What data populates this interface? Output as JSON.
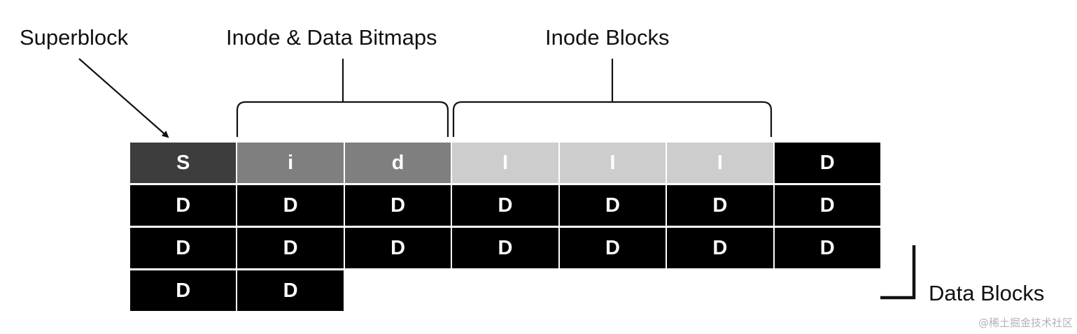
{
  "labels": {
    "superblock": "Superblock",
    "bitmaps": "Inode & Data Bitmaps",
    "inode_blocks": "Inode Blocks",
    "data_blocks": "Data Blocks"
  },
  "watermark": "@稀土掘金技术社区",
  "colors": {
    "superblock": "#3d3d3d",
    "bitmap": "#7f7f7f",
    "inode": "#cdcdcd",
    "data": "#000000"
  },
  "blocks": [
    {
      "label": "S",
      "type": "superblock"
    },
    {
      "label": "i",
      "type": "bitmap"
    },
    {
      "label": "d",
      "type": "bitmap"
    },
    {
      "label": "I",
      "type": "inode"
    },
    {
      "label": "I",
      "type": "inode"
    },
    {
      "label": "I",
      "type": "inode"
    },
    {
      "label": "D",
      "type": "data"
    },
    {
      "label": "D",
      "type": "data"
    },
    {
      "label": "D",
      "type": "data"
    },
    {
      "label": "D",
      "type": "data"
    },
    {
      "label": "D",
      "type": "data"
    },
    {
      "label": "D",
      "type": "data"
    },
    {
      "label": "D",
      "type": "data"
    },
    {
      "label": "D",
      "type": "data"
    },
    {
      "label": "D",
      "type": "data"
    },
    {
      "label": "D",
      "type": "data"
    },
    {
      "label": "D",
      "type": "data"
    },
    {
      "label": "D",
      "type": "data"
    },
    {
      "label": "D",
      "type": "data"
    },
    {
      "label": "D",
      "type": "data"
    },
    {
      "label": "D",
      "type": "data"
    },
    {
      "label": "D",
      "type": "data"
    },
    {
      "label": "D",
      "type": "data"
    }
  ]
}
